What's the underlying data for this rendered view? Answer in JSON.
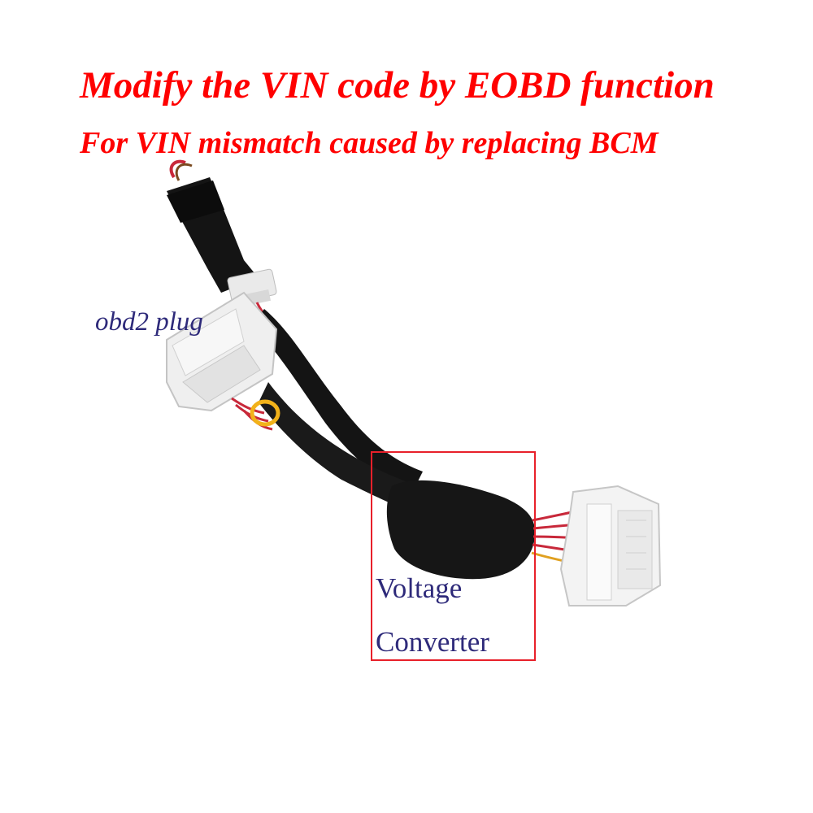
{
  "headline": "Modify the VIN code by EOBD function",
  "subheadline": "For VIN mismatch caused by replacing BCM",
  "labels": {
    "obd_plug": "obd2 plug",
    "converter_line1": "Voltage",
    "converter_line2": "Converter"
  },
  "colors": {
    "headline": "#ff0000",
    "label": "#2e2a7a",
    "highlight_box": "#e8202a",
    "cable": "#111111",
    "connector": "#f2f2f2",
    "wire": "#c8283a"
  }
}
